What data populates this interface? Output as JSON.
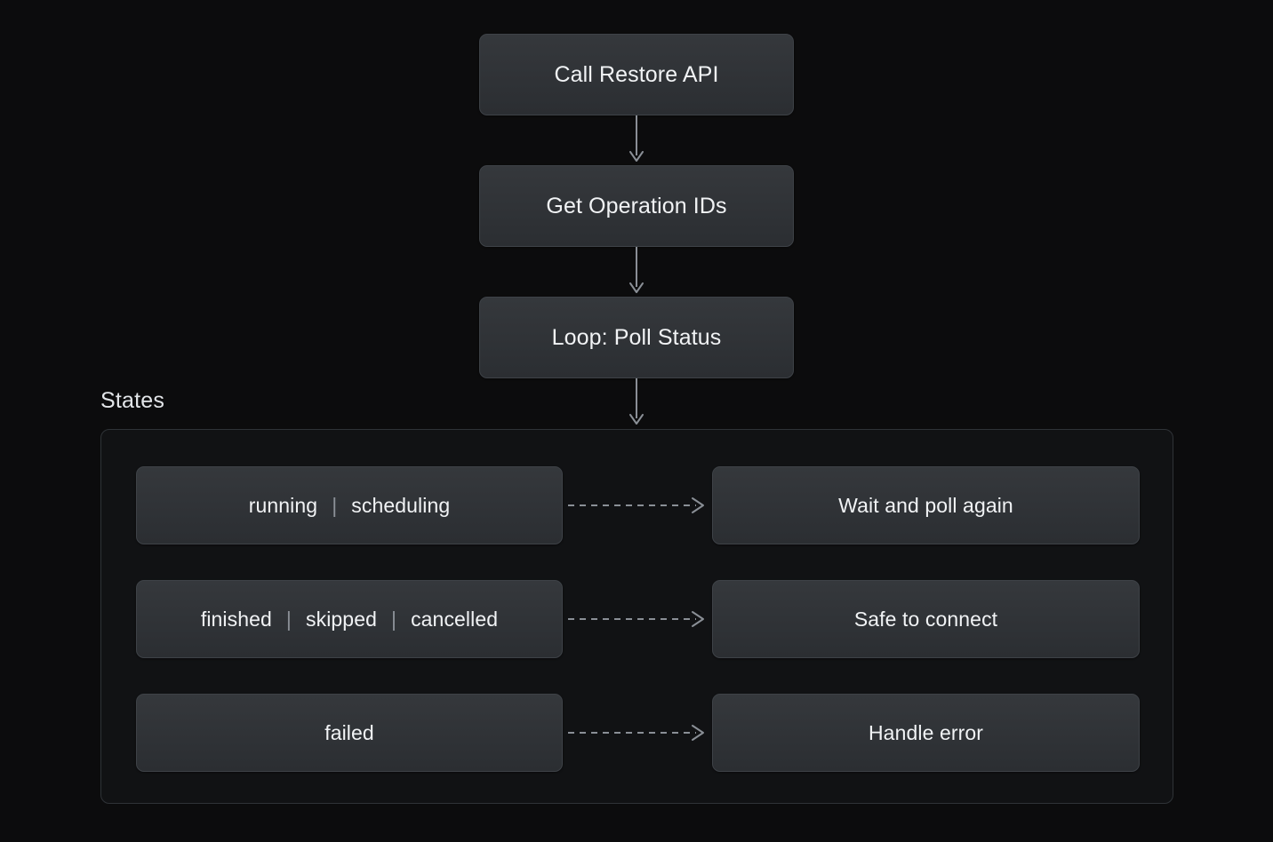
{
  "diagram": {
    "flow_nodes": [
      {
        "id": "call-restore-api",
        "label": "Call Restore API"
      },
      {
        "id": "get-operation-ids",
        "label": "Get Operation IDs"
      },
      {
        "id": "loop-poll-status",
        "label": "Loop: Poll Status"
      }
    ],
    "states_group": {
      "title": "States",
      "separator": "|",
      "rows": [
        {
          "states": [
            "running",
            "scheduling"
          ],
          "action": "Wait and poll again"
        },
        {
          "states": [
            "finished",
            "skipped",
            "cancelled"
          ],
          "action": "Safe to connect"
        },
        {
          "states": [
            "failed"
          ],
          "action": "Handle error"
        }
      ]
    },
    "colors": {
      "background": "#0c0c0d",
      "node_fill_top": "#35383c",
      "node_fill_bottom": "#2b2e32",
      "node_border": "#3e4247",
      "group_border": "#2f3337",
      "group_fill": "#111214",
      "text": "#f1f3f5",
      "separator": "#8b9097",
      "connector": "#8a8f96"
    }
  }
}
